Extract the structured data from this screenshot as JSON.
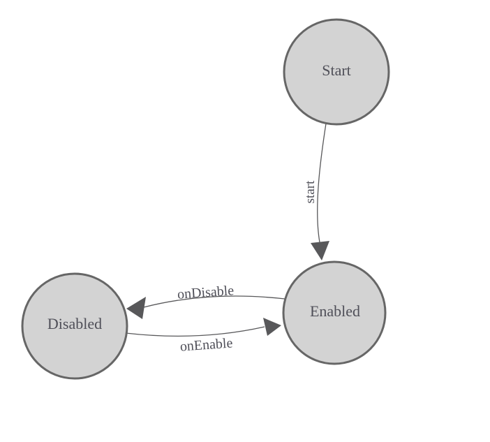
{
  "diagram": {
    "type": "state-machine",
    "background": "#ffffff",
    "colors": {
      "node_fill": "#d3d3d3",
      "node_stroke": "#666666",
      "label_text": "#4f4f58",
      "edge": "#58585a"
    },
    "states": [
      {
        "id": "start",
        "label": "Start"
      },
      {
        "id": "enabled",
        "label": "Enabled"
      },
      {
        "id": "disabled",
        "label": "Disabled"
      }
    ],
    "transitions": [
      {
        "from": "Start",
        "to": "Enabled",
        "label": "start"
      },
      {
        "from": "Enabled",
        "to": "Disabled",
        "label": "onDisable"
      },
      {
        "from": "Disabled",
        "to": "Enabled",
        "label": "onEnable"
      }
    ]
  }
}
